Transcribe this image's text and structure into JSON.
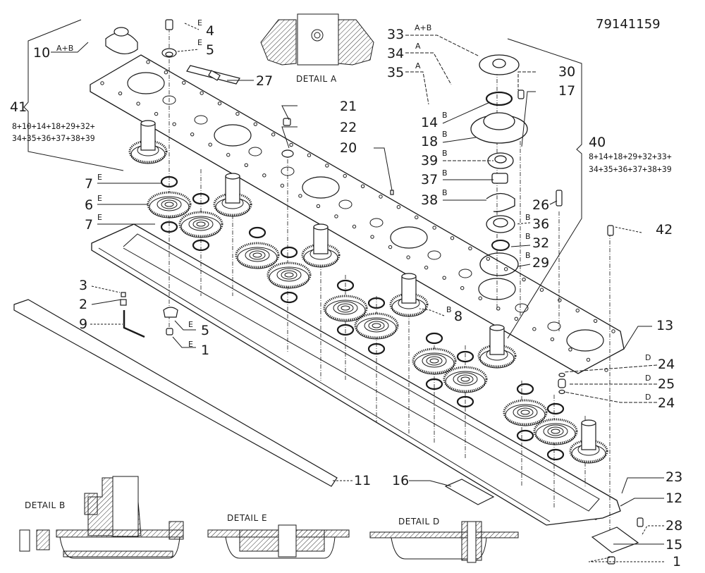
{
  "document_number": "79141159",
  "detail_labels": {
    "a": "DETAIL A",
    "b": "DETAIL B",
    "e": "DETAIL E",
    "d": "DETAIL D"
  },
  "assemblies": [
    {
      "number": "41",
      "contents_line1": "8+10+14+18+29+32+",
      "contents_line2": "34+35+36+37+38+39"
    },
    {
      "number": "40",
      "contents_line1": "8+14+18+29+32+33+",
      "contents_line2": "34+35+36+37+38+39"
    }
  ],
  "callouts": [
    {
      "id": "10",
      "tag": "A+B"
    },
    {
      "id": "4",
      "tag": "E"
    },
    {
      "id": "5",
      "tag": "E"
    },
    {
      "id": "27",
      "tag": ""
    },
    {
      "id": "21",
      "tag": ""
    },
    {
      "id": "22",
      "tag": ""
    },
    {
      "id": "20",
      "tag": ""
    },
    {
      "id": "7",
      "tag": "E"
    },
    {
      "id": "6",
      "tag": "E"
    },
    {
      "id": "7",
      "tag": "E"
    },
    {
      "id": "3",
      "tag": ""
    },
    {
      "id": "2",
      "tag": ""
    },
    {
      "id": "9",
      "tag": ""
    },
    {
      "id": "5",
      "tag": "E"
    },
    {
      "id": "1",
      "tag": "E"
    },
    {
      "id": "33",
      "tag": "A+B"
    },
    {
      "id": "34",
      "tag": "A"
    },
    {
      "id": "35",
      "tag": "A"
    },
    {
      "id": "30",
      "tag": ""
    },
    {
      "id": "17",
      "tag": ""
    },
    {
      "id": "14",
      "tag": "B"
    },
    {
      "id": "18",
      "tag": "B"
    },
    {
      "id": "39",
      "tag": "B"
    },
    {
      "id": "37",
      "tag": "B"
    },
    {
      "id": "38",
      "tag": "B"
    },
    {
      "id": "26",
      "tag": ""
    },
    {
      "id": "36",
      "tag": "B"
    },
    {
      "id": "32",
      "tag": "B"
    },
    {
      "id": "29",
      "tag": "B"
    },
    {
      "id": "42",
      "tag": ""
    },
    {
      "id": "8",
      "tag": "B"
    },
    {
      "id": "13",
      "tag": ""
    },
    {
      "id": "24",
      "tag": "D"
    },
    {
      "id": "25",
      "tag": "D"
    },
    {
      "id": "24",
      "tag": "D"
    },
    {
      "id": "11",
      "tag": ""
    },
    {
      "id": "16",
      "tag": ""
    },
    {
      "id": "23",
      "tag": ""
    },
    {
      "id": "12",
      "tag": ""
    },
    {
      "id": "28",
      "tag": ""
    },
    {
      "id": "15",
      "tag": ""
    },
    {
      "id": "1",
      "tag": ""
    }
  ],
  "colors": {
    "ink": "#1a1a1a",
    "paper": "#ffffff",
    "hatch": "#333333"
  }
}
